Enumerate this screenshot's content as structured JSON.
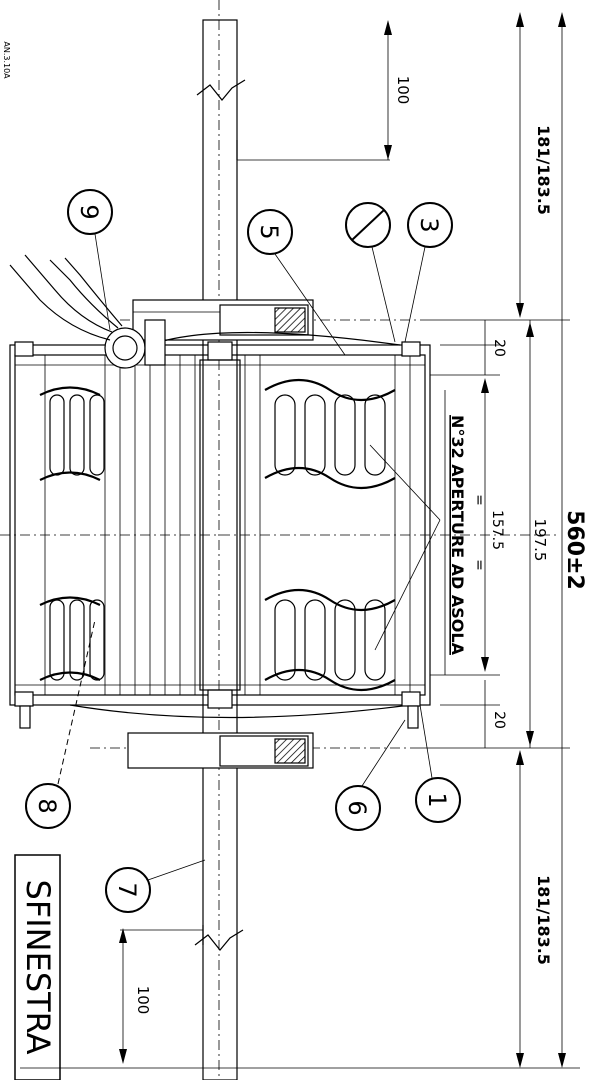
{
  "dimensions": {
    "top_length": "181/183.5",
    "bottom_length": "181/183.5",
    "top_shaft": "100",
    "bottom_shaft": "100",
    "gap_top": "20",
    "gap_bottom": "20",
    "body_length": "197.5",
    "slot_length": "157.5",
    "equal_mark_1": "=",
    "equal_mark_2": "=",
    "overall": "560±2"
  },
  "notes": {
    "openings": "N°32 APERTURE AD ASOLA",
    "title_box": "SFINESTRA",
    "corner_text": "AN.3.10A"
  },
  "balloons": [
    "9",
    "5",
    "3",
    "1",
    "6",
    "8",
    "7"
  ],
  "diameter_symbol": "diameter-symbol"
}
